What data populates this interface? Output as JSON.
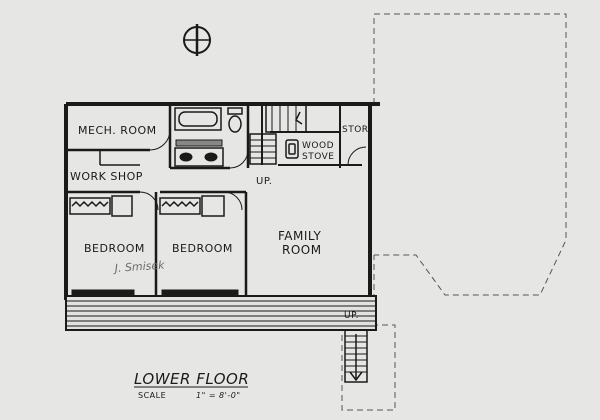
{
  "title": "LOWER FLOOR",
  "scale_label": "SCALE",
  "scale_value": "1\" = 8'-0\"",
  "rooms": {
    "mech_room": "MECH. ROOM",
    "work_shop": "WORK SHOP",
    "bedroom_left": "BEDROOM",
    "bedroom_right": "BEDROOM",
    "family_room_line1": "FAMILY",
    "family_room_line2": "ROOM",
    "wood_stove_line1": "WOOD",
    "wood_stove_line2": "STOVE",
    "stor": "STOR.",
    "up_stair_main": "UP.",
    "up_stair_deck": "UP."
  },
  "annotation_handwritten": "J. Smisek",
  "icons": [
    "north-arrow-icon",
    "bathtub-icon",
    "toilet-icon",
    "sink-icon",
    "wood-stove-icon",
    "stair-icon"
  ],
  "colors": {
    "paper": "#e6e6e4",
    "ink": "#1a1a1a",
    "dashed": "#555555"
  }
}
